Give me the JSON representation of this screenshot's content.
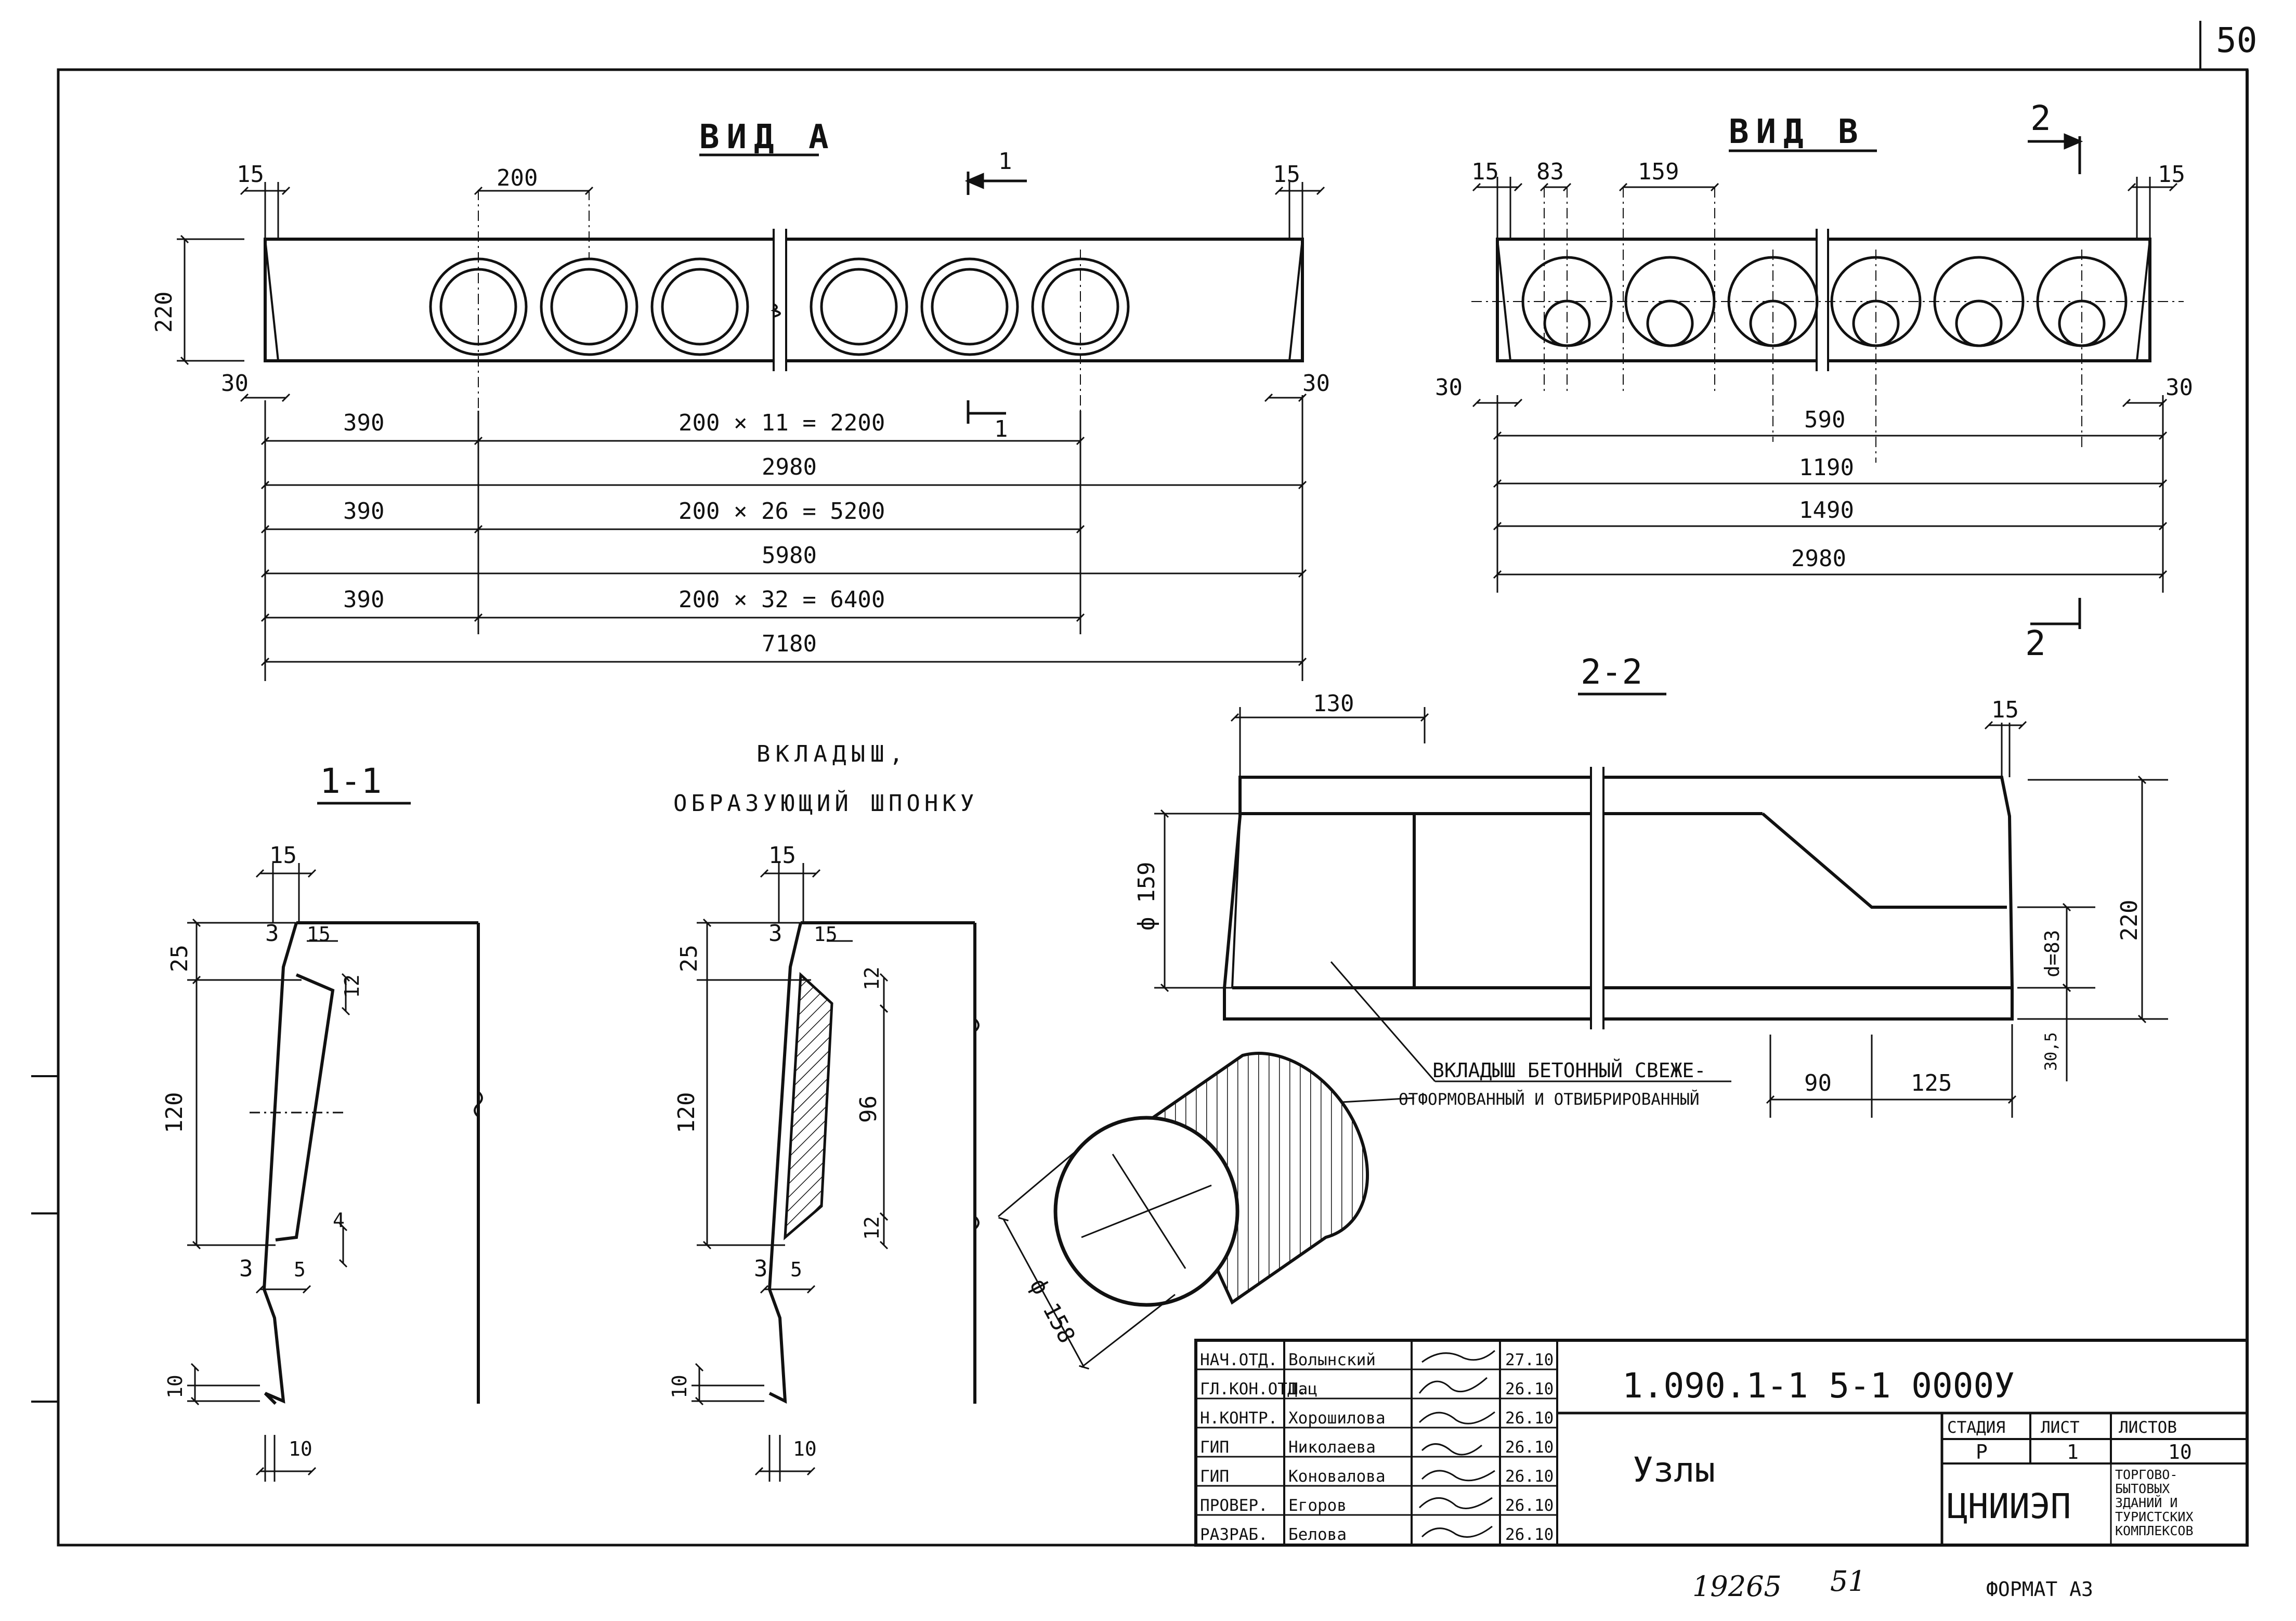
{
  "sheet_number": "50",
  "view_a": {
    "title": "ВИД А",
    "height": "220",
    "edge_left": "15",
    "edge_right": "15",
    "hole_pitch": "200",
    "bottom_left": "30",
    "bottom_right": "30",
    "section_mark": "1",
    "rows": [
      {
        "offset": "390",
        "holes": "200 × 11 = 2200",
        "total": "2980"
      },
      {
        "offset": "390",
        "holes": "200 × 26 = 5200",
        "total": "5980"
      },
      {
        "offset": "390",
        "holes": "200 × 32 = 6400",
        "total": "7180"
      }
    ]
  },
  "view_b": {
    "title": "ВИД В",
    "section_mark": "2",
    "edge_left": "15",
    "edge_right": "15",
    "d1": "83",
    "d2": "159",
    "bottom_left": "30",
    "bottom_right": "30",
    "lengths": [
      "590",
      "1190",
      "1490",
      "2980"
    ]
  },
  "section_11": {
    "title": "1-1",
    "top": "15",
    "t3": "3",
    "t15": "15",
    "a25": "25",
    "a12": "12",
    "h120": "120",
    "b4": "4",
    "b3": "3",
    "b5": "5",
    "c10": "10",
    "w10": "10"
  },
  "insert": {
    "title_line1": "ВКЛАДЫШ,",
    "title_line2": "ОБРАЗУЮЩИЙ ШПОНКУ",
    "top": "15",
    "t3": "3",
    "t15": "15",
    "a25": "25",
    "a12": "12",
    "h120": "120",
    "h96": "96",
    "b12": "12",
    "b3": "3",
    "b5": "5",
    "c10": "10",
    "w10": "10"
  },
  "section_22": {
    "title": "2-2",
    "top": "130",
    "edge": "15",
    "phi": "ф 159",
    "h220": "220",
    "d": "d=83",
    "bot": "30,5",
    "w90": "90",
    "w125": "125"
  },
  "cylinder": {
    "phi": "ф 158"
  },
  "note": {
    "line1": "ВКЛАДЫШ БЕТОННЫЙ СВЕЖЕ-",
    "line2": "ОТФОРМОВАННЫЙ И ОТВИБРИРОВАННЫЙ"
  },
  "title_block": {
    "rows": [
      {
        "role": "НАЧ.ОТД.",
        "name": "Волынский",
        "date": "27.10"
      },
      {
        "role": "ГЛ.КОН.ОТД.",
        "name": "Шац",
        "date": "26.10"
      },
      {
        "role": "Н.КОНТР.",
        "name": "Хорошилова",
        "date": "26.10"
      },
      {
        "role": "ГИП",
        "name": "Николаева",
        "date": "26.10"
      },
      {
        "role": "ГИП",
        "name": "Коновалова",
        "date": "26.10"
      },
      {
        "role": "ПРОВЕР.",
        "name": "Егоров",
        "date": "26.10"
      },
      {
        "role": "РАЗРАБ.",
        "name": "Белова",
        "date": "26.10"
      }
    ],
    "code": "1.090.1-1     5-1     0000У",
    "name": "Узлы",
    "stage_label": "СТАДИЯ",
    "sheet_label": "ЛИСТ",
    "sheets_label": "ЛИСТОВ",
    "stage": "Р",
    "sheet": "1",
    "sheets": "10",
    "org": "ЦНИИЭП",
    "org_desc": [
      "ТОРГОВО-",
      "БЫТОВЫХ",
      "ЗДАНИЙ И",
      "ТУРИСТСКИХ",
      "КОМПЛЕКСОВ"
    ]
  },
  "footer": {
    "inv": "19265",
    "page": "51",
    "format": "ФОРМАТ А3"
  }
}
